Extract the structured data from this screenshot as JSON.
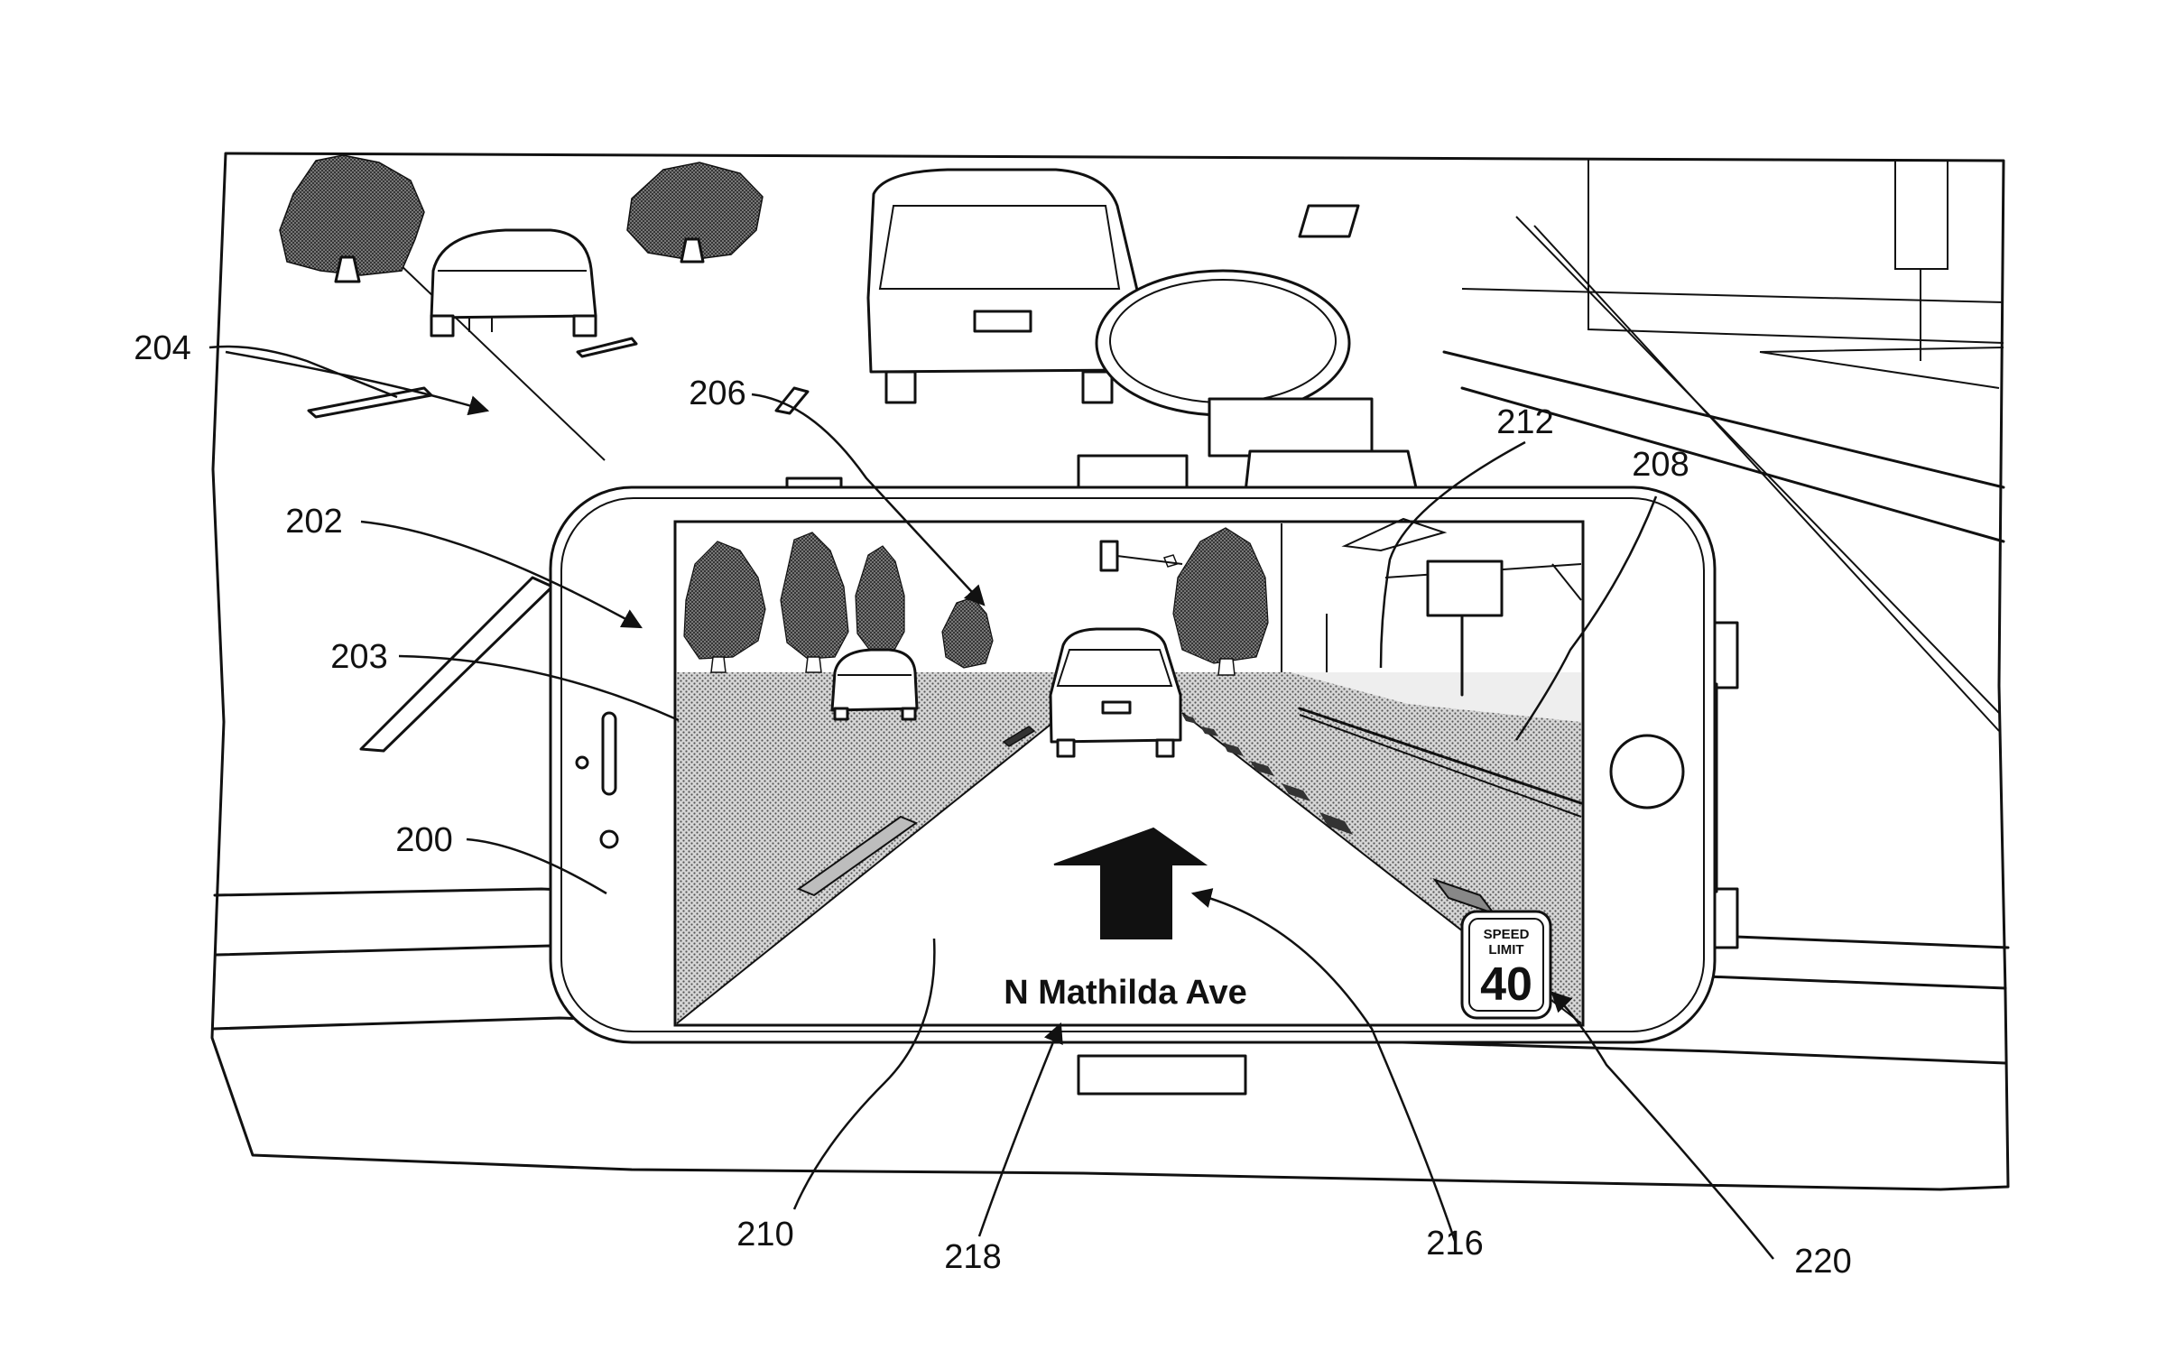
{
  "figure": {
    "street_name": "N Mathilda Ave",
    "speed_sign": {
      "line1": "SPEED",
      "line2": "LIMIT",
      "value": "40"
    },
    "reference_numerals": {
      "r200": "200",
      "r202": "202",
      "r203": "203",
      "r204": "204",
      "r206": "206",
      "r208": "208",
      "r210": "210",
      "r212": "212",
      "r216": "216",
      "r218": "218",
      "r220": "220"
    }
  },
  "colors": {
    "ink": "#111111",
    "paper": "#ffffff",
    "screen_shade": "#c4c4c4",
    "tree_shade": "#5a5a5a"
  }
}
